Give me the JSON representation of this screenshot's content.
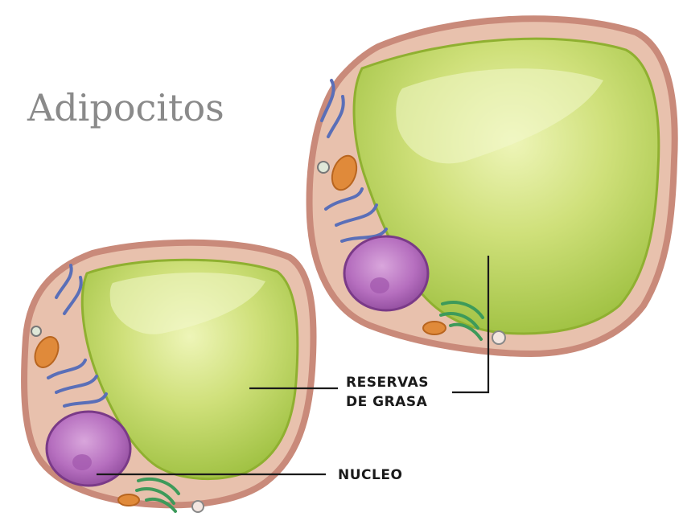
{
  "title": "Adipocitos",
  "labels": {
    "fat_line1": "RESERVAS",
    "fat_line2": "DE GRASA",
    "nucleus": "NUCLEO"
  },
  "colors": {
    "title": "#8a8a8a",
    "membrane": "#c98a7a",
    "cytoplasm": "#e8c1ad",
    "fat_droplet": "#b8d060",
    "fat_highlight": "#e4ef9e",
    "nucleus": "#b66fbf",
    "er_blue": "#5a6fb8",
    "mitochondria": "#e08a3a",
    "golgi_green": "#3d9a5a",
    "label_text": "#1a1a1a"
  }
}
